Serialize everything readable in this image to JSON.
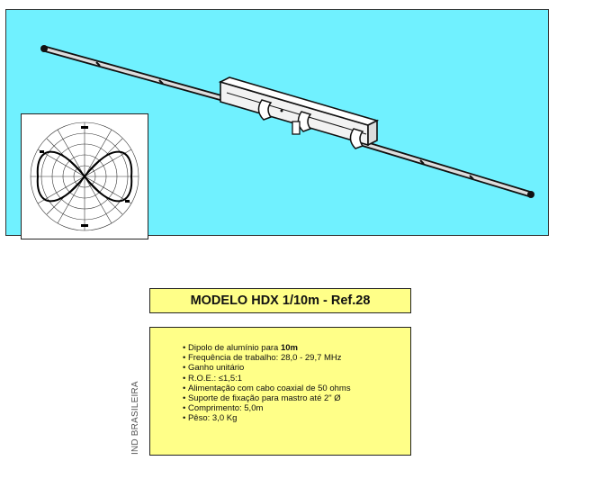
{
  "hero": {
    "background_color": "#70f1ff",
    "antenna_icon": "dipole-antenna-illustration",
    "polar_icon": "radiation-pattern-polar-plot"
  },
  "title": "MODELO HDX 1/10m - Ref.28",
  "specs": {
    "background_color": "#ffff88",
    "items": [
      {
        "prefix": "Dipolo de alumínio para ",
        "bold": "10m"
      },
      {
        "prefix": "Frequência de trabalho: 28,0 - 29,7 MHz",
        "bold": ""
      },
      {
        "prefix": "Ganho unitário",
        "bold": ""
      },
      {
        "prefix": "R.O.E.: ≤1,5:1",
        "bold": ""
      },
      {
        "prefix": "Alimentação com cabo coaxial de 50 ohms",
        "bold": ""
      },
      {
        "prefix": "Suporte de fixação para mastro até 2\" Ø",
        "bold": ""
      },
      {
        "prefix": "Comprimento: 5,0m",
        "bold": ""
      },
      {
        "prefix": "Pêso: 3,0 Kg",
        "bold": ""
      }
    ]
  },
  "side_label": "IND BRASILEIRA"
}
